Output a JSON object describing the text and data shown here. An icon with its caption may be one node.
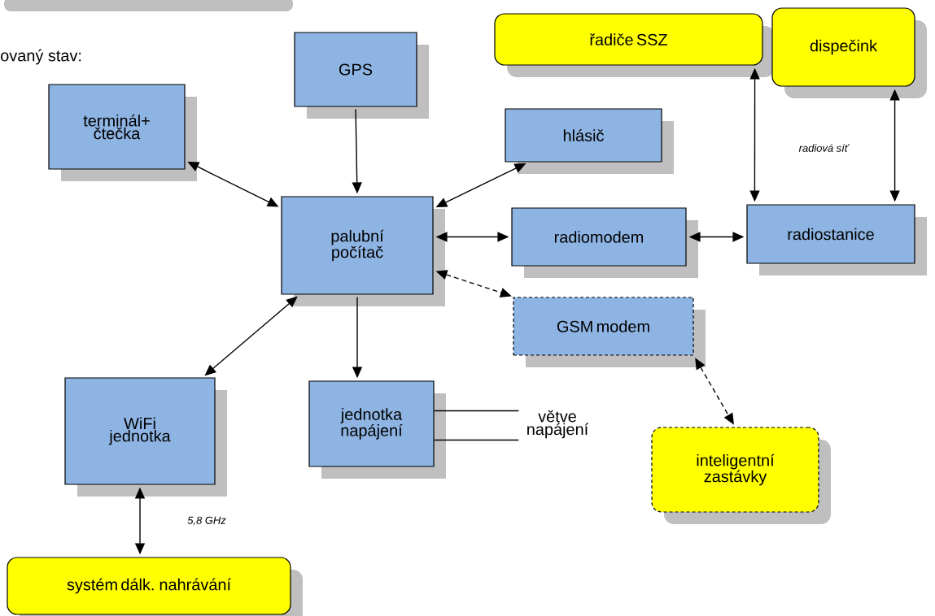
{
  "diagram": {
    "nodes": [
      {
        "text": [
          "GPS"
        ]
      },
      {
        "text": [
          "terminál+ čtečka"
        ]
      },
      {
        "text": [
          "hlásič"
        ]
      },
      {
        "text": [
          "palubní počítač"
        ]
      },
      {
        "text": [
          "radiomodem"
        ]
      },
      {
        "text": [
          "radiostanice"
        ]
      },
      {
        "text": [
          "řadiče SSZ"
        ]
      },
      {
        "text": [
          "dispečink"
        ]
      },
      {
        "text": [
          "GSM modem"
        ]
      },
      {
        "text": [
          "inteligentní zastávky"
        ]
      },
      {
        "text": [
          "WiFi jednotka"
        ]
      },
      {
        "text": [
          "jednotka napájení"
        ]
      },
      {
        "text": [
          "systém dálk. nahrávání"
        ]
      },
      {
        "text": [
          "větve napájení"
        ]
      }
    ],
    "edges": [
      {
        "from": 0,
        "to": 3,
        "arrow": "to"
      },
      {
        "from": 1,
        "to": 3,
        "arrow": "both"
      },
      {
        "from": 3,
        "to": 2,
        "arrow": "both"
      },
      {
        "from": 3,
        "to": 4,
        "arrow": "both"
      },
      {
        "from": 3,
        "to": 8,
        "arrow": "both",
        "style": "dashed"
      },
      {
        "from": 3,
        "to": 10,
        "arrow": "both"
      },
      {
        "from": 3,
        "to": 11,
        "arrow": "to"
      },
      {
        "from": 4,
        "to": 5,
        "arrow": "both"
      },
      {
        "from": 6,
        "to": 5,
        "arrow": "both"
      },
      {
        "from": 7,
        "to": 5,
        "arrow": "both"
      },
      {
        "from": 8,
        "to": 9,
        "arrow": "both",
        "style": "dashed"
      },
      {
        "from": 10,
        "to": 12,
        "arrow": "both",
        "label": "5,8 GHz"
      },
      {
        "from": 11,
        "to": 13,
        "arrow": "none"
      },
      {
        "from": 11,
        "to": 13,
        "arrow": "none"
      }
    ],
    "labels": [
      "ovaný stav:",
      "radiová síť"
    ]
  }
}
